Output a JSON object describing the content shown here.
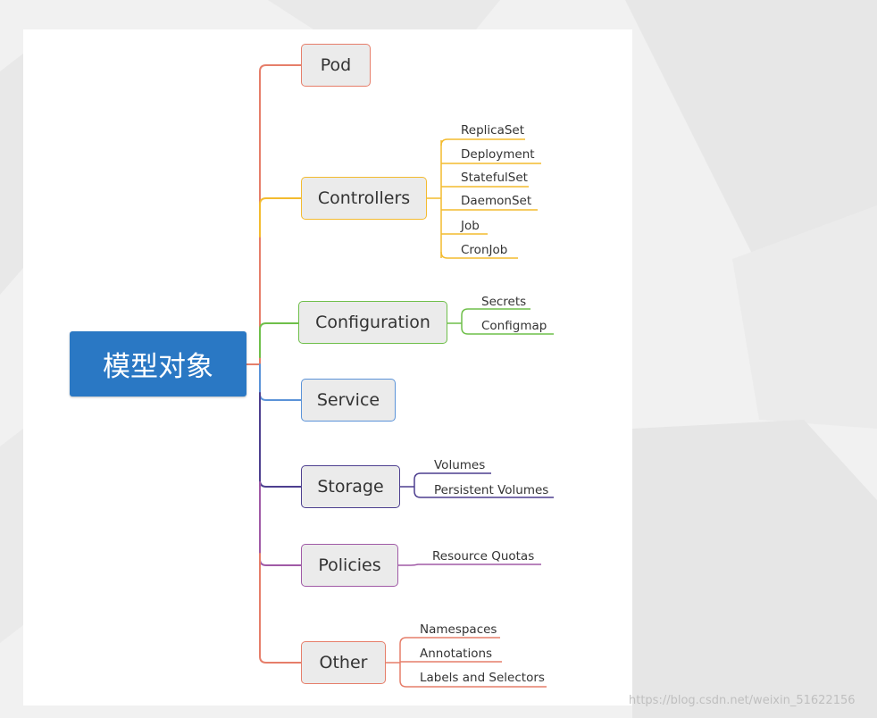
{
  "root": {
    "label": "模型对象",
    "color": "#2a78c4"
  },
  "branches": [
    {
      "label": "Pod",
      "color": "#e67e6a",
      "children": []
    },
    {
      "label": "Controllers",
      "color": "#f3bb2f",
      "children": [
        "ReplicaSet",
        "Deployment",
        "StatefulSet",
        "DaemonSet",
        "Job",
        "CronJob"
      ]
    },
    {
      "label": "Configuration",
      "color": "#6fbf4a",
      "children": [
        "Secrets",
        "Configmap"
      ]
    },
    {
      "label": "Service",
      "color": "#5b93d8",
      "children": []
    },
    {
      "label": "Storage",
      "color": "#4d3f8f",
      "children": [
        "Volumes",
        "Persistent Volumes"
      ]
    },
    {
      "label": "Policies",
      "color": "#a05aa6",
      "children": [
        "Resource Quotas"
      ]
    },
    {
      "label": "Other",
      "color": "#e67e6a",
      "children": [
        "Namespaces",
        "Annotations",
        "Labels and Selectors"
      ]
    }
  ],
  "watermark": "https://blog.csdn.net/weixin_51622156"
}
